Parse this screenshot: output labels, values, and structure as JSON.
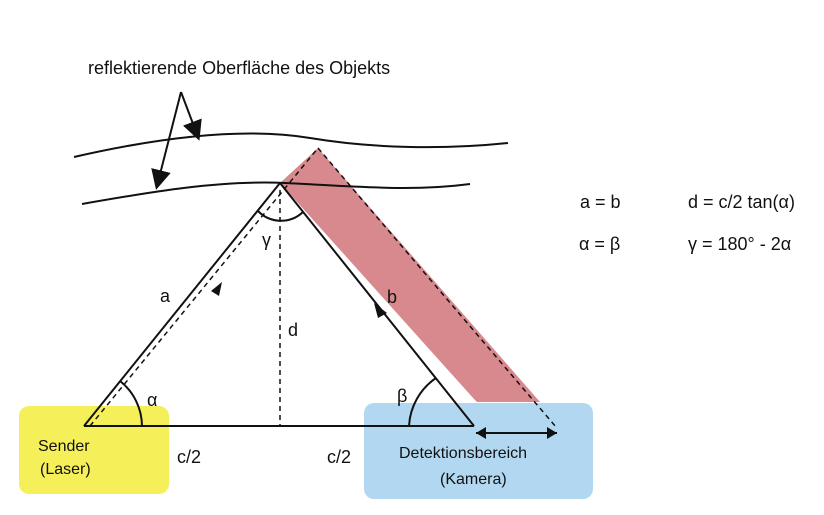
{
  "surface_label": "reflektierende Oberfläche des Objekts",
  "labels": {
    "a": "a",
    "b": "b",
    "d": "d",
    "alpha": "α",
    "beta": "β",
    "gamma": "γ",
    "half_left": "c/2",
    "half_right": "c/2"
  },
  "sender": {
    "line1": "Sender",
    "line2": "(Laser)"
  },
  "detector": {
    "line1": "Detektionsbereich",
    "line2": "(Kamera)"
  },
  "equations": {
    "eq1": "a = b",
    "eq2": "d = c/2 tan(α)",
    "eq3": "α = β",
    "eq4": "γ = 180° - 2α"
  },
  "colors": {
    "sender_box": "#f5f05a",
    "detector_box": "#a9d4ee",
    "beam": "#c8575c",
    "line": "#111111"
  }
}
